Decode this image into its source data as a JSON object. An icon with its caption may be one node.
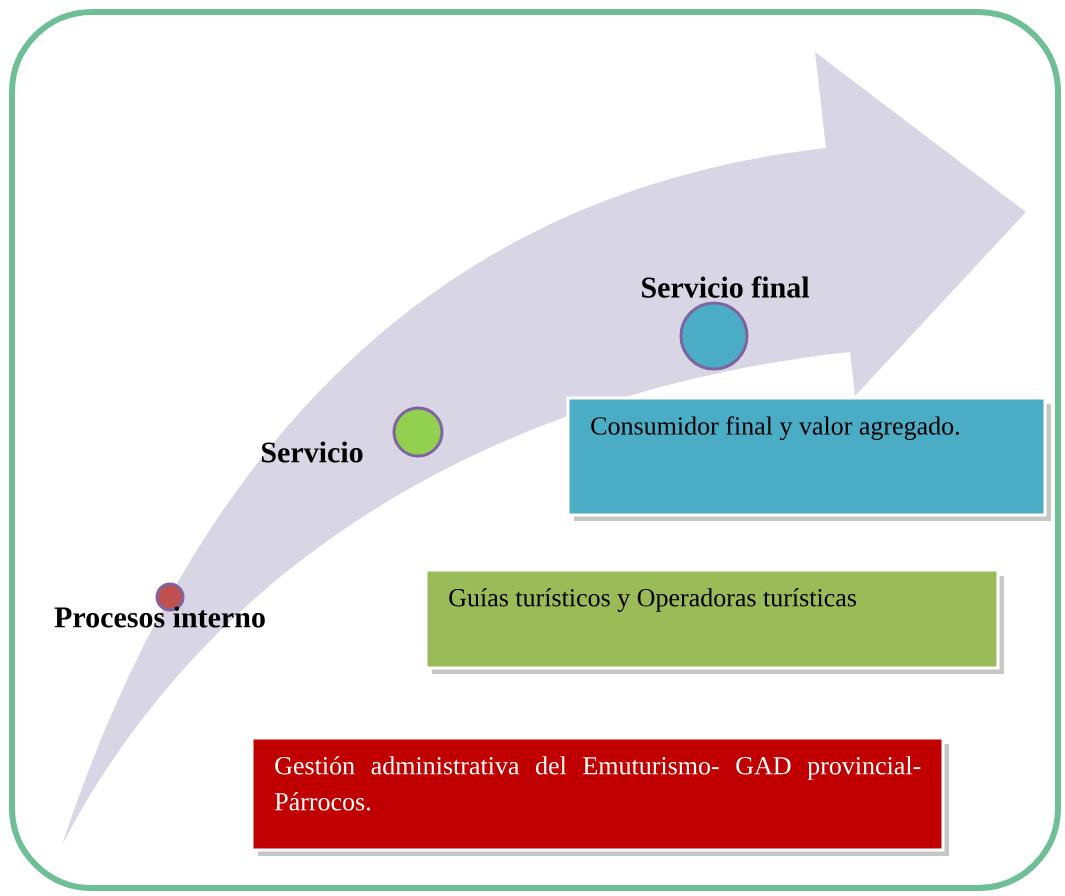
{
  "diagram": {
    "nodes": [
      {
        "text": [
          "Procesos interno"
        ]
      },
      {
        "text": [
          "Servicio"
        ]
      },
      {
        "text": [
          "Servicio final"
        ]
      },
      {
        "text": [
          "Consumidor final y valor agregado."
        ]
      },
      {
        "text": [
          "Guías turísticos y Operadoras turísticas"
        ]
      },
      {
        "text": [
          "Gestión administrativa del Emuturismo- GAD provincial- Párrocos."
        ]
      }
    ]
  }
}
